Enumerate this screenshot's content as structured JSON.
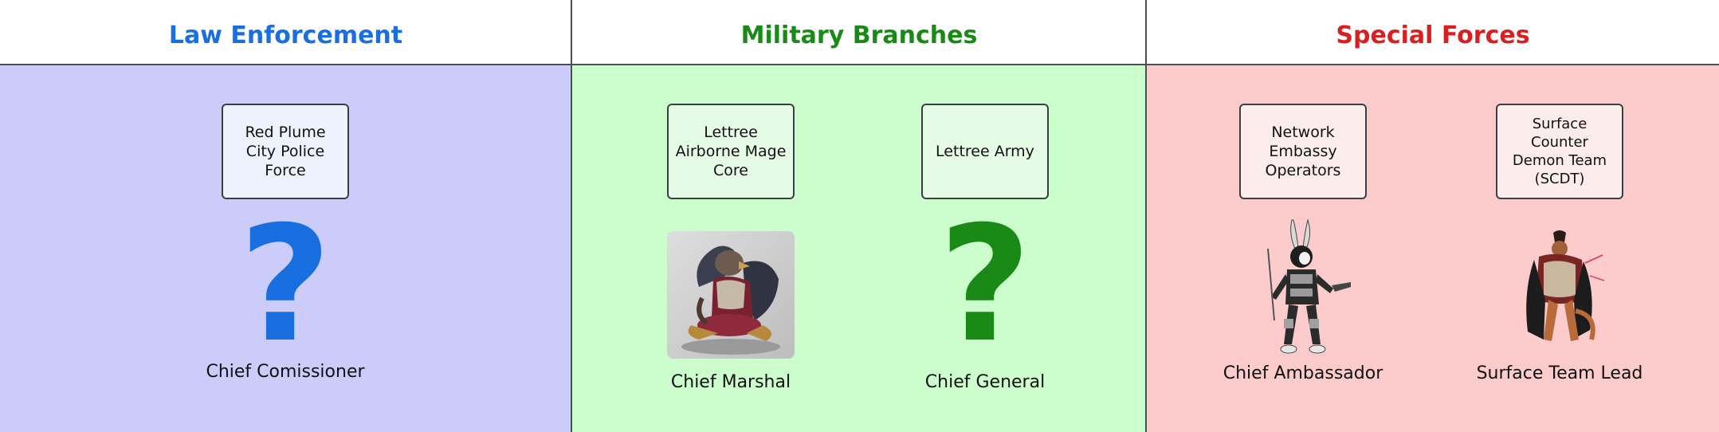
{
  "colors": {
    "law_title": "#1a6fe0",
    "law_bg": "#ccccfa",
    "law_card": "#eef2fd",
    "military_title": "#1a8a17",
    "military_bg": "#ccfdcc",
    "military_card": "#e6fbe6",
    "special_title": "#d91f1f",
    "special_bg": "#fccccc",
    "special_card": "#fdecec"
  },
  "columns": [
    {
      "title": "Law Enforcement",
      "units": [
        {
          "name": "Red Plume City Police Force",
          "role": "Chief Comissioner",
          "portrait": "question-mark",
          "qmark": "?"
        }
      ]
    },
    {
      "title": "Military Branches",
      "units": [
        {
          "name": "Lettree Airborne Mage Core",
          "role": "Chief Marshal",
          "portrait": "bird-warrior-portrait"
        },
        {
          "name": "Lettree Army",
          "role": "Chief General",
          "portrait": "question-mark",
          "qmark": "?"
        }
      ]
    },
    {
      "title": "Special Forces",
      "units": [
        {
          "name": "Network Embassy Operators",
          "role": "Chief Ambassador",
          "portrait": "rabbit-agent-figure"
        },
        {
          "name": "Surface Counter Demon Team (SCDT)",
          "role": "Surface Team Lead",
          "portrait": "cloaked-lizard-figure"
        }
      ]
    }
  ]
}
